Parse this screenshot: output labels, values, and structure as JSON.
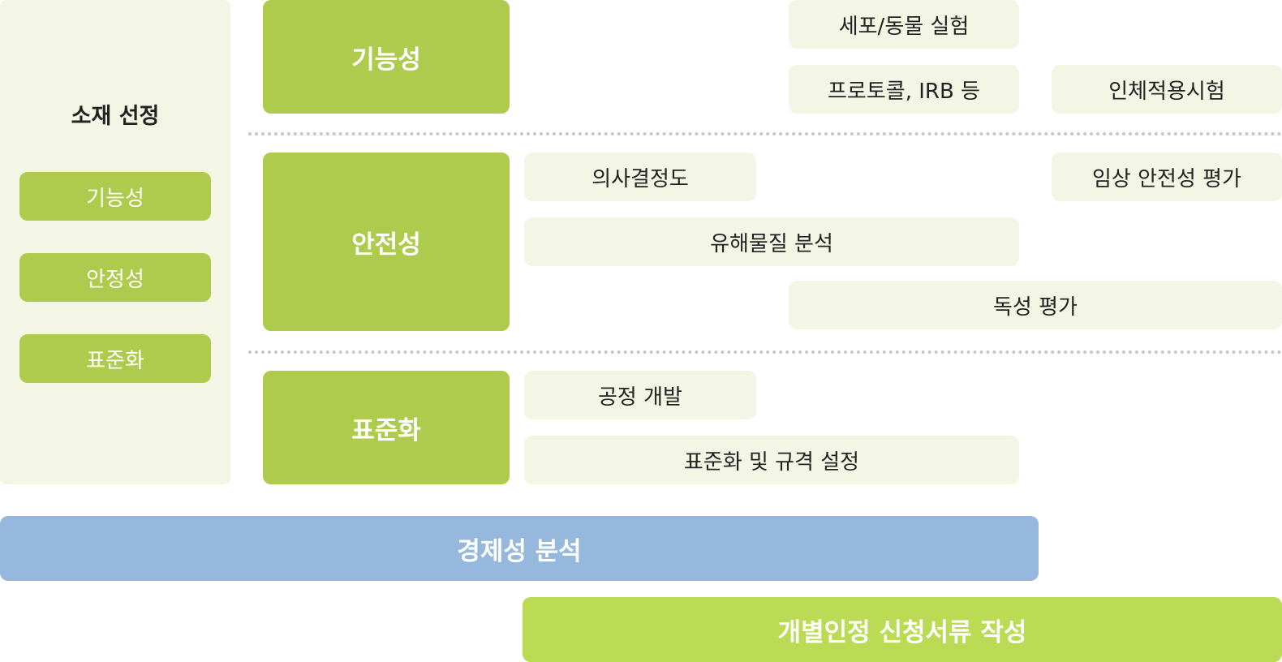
{
  "left_panel": {
    "title": "소재 선정",
    "items": [
      "기능성",
      "안정성",
      "표준화"
    ]
  },
  "categories": {
    "functional": "기능성",
    "safety": "안전성",
    "standardization": "표준화"
  },
  "functional_items": {
    "cell_animal": "세포/동물 실험",
    "protocol_irb": "프로토콜, IRB 등",
    "human_test": "인체적용시험"
  },
  "safety_items": {
    "decision_tree": "의사결정도",
    "clinical_safety": "임상 안전성 평가",
    "hazard_analysis": "유해물질 분석",
    "toxicity": "독성 평가"
  },
  "standardization_items": {
    "process_dev": "공정 개발",
    "spec_setting": "표준화 및 규격 설정"
  },
  "bars": {
    "economics": "경제성 분석",
    "documents": "개별인정 신청서류 작성"
  },
  "colors": {
    "green": "#aecb4d",
    "light_green": "#badb53",
    "pale": "#f3f6e4",
    "blue": "#96b8dd",
    "divider": "#c8c8c8"
  }
}
